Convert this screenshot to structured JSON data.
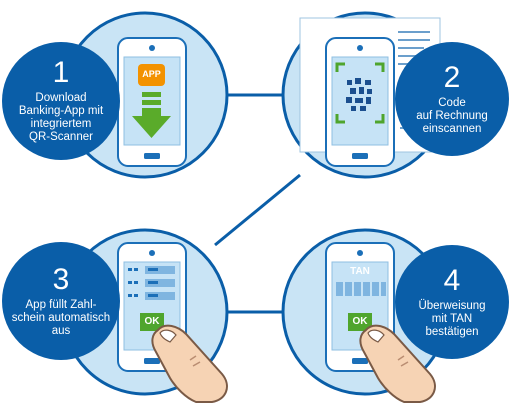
{
  "steps": [
    {
      "number": "1",
      "text": "Download\nBanking-App mit\nintegriertem\nQR-Scanner"
    },
    {
      "number": "2",
      "text": "Code\nauf Rechnung\neinscannen"
    },
    {
      "number": "3",
      "text": "App füllt Zahl-\nschein automatisch\naus"
    },
    {
      "number": "4",
      "text": "Überweisung\nmit TAN\nbestätigen"
    }
  ],
  "phone_labels": {
    "app_icon": "APP",
    "ok_step3": "OK",
    "ok_step4": "OK",
    "tan": "TAN"
  },
  "colors": {
    "circle_fill": "#c9e4f5",
    "circle_stroke": "#0a5ea8",
    "badge": "#0a5ea8",
    "phone_body": "#ffffff",
    "phone_border": "#1b6fb8",
    "screen": "#c6e3f6",
    "app_orange": "#f39200",
    "arrow_green": "#5aab2a",
    "ok_green": "#4fa52d",
    "skin": "#f6d3b4"
  },
  "icons": [
    "download-arrow-icon",
    "qr-code-icon",
    "finger-icon",
    "paper-invoice-icon"
  ]
}
